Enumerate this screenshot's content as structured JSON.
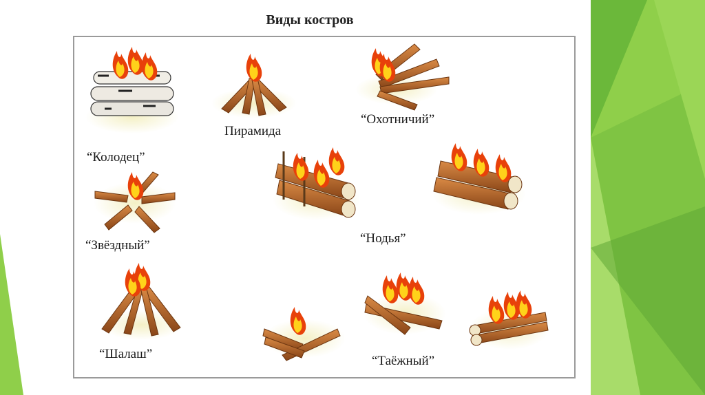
{
  "title": "Виды костров",
  "labels": {
    "kolodets": "“Колодец”",
    "piramida": "Пирамида",
    "okhotnichiy": "“Охотничий”",
    "zvezdny": "“Звёздный”",
    "nodya": "“Нодья”",
    "shalash": "“Шалаш”",
    "taezhny": "“Таёжный”"
  },
  "colors": {
    "log": "#b8692e",
    "log_dark": "#7a3f14",
    "flame_outer": "#e8410a",
    "flame_inner": "#ffd21a",
    "glow": "#f3efc8",
    "green_dark": "#5aa43a",
    "green_light": "#9fd65a"
  }
}
